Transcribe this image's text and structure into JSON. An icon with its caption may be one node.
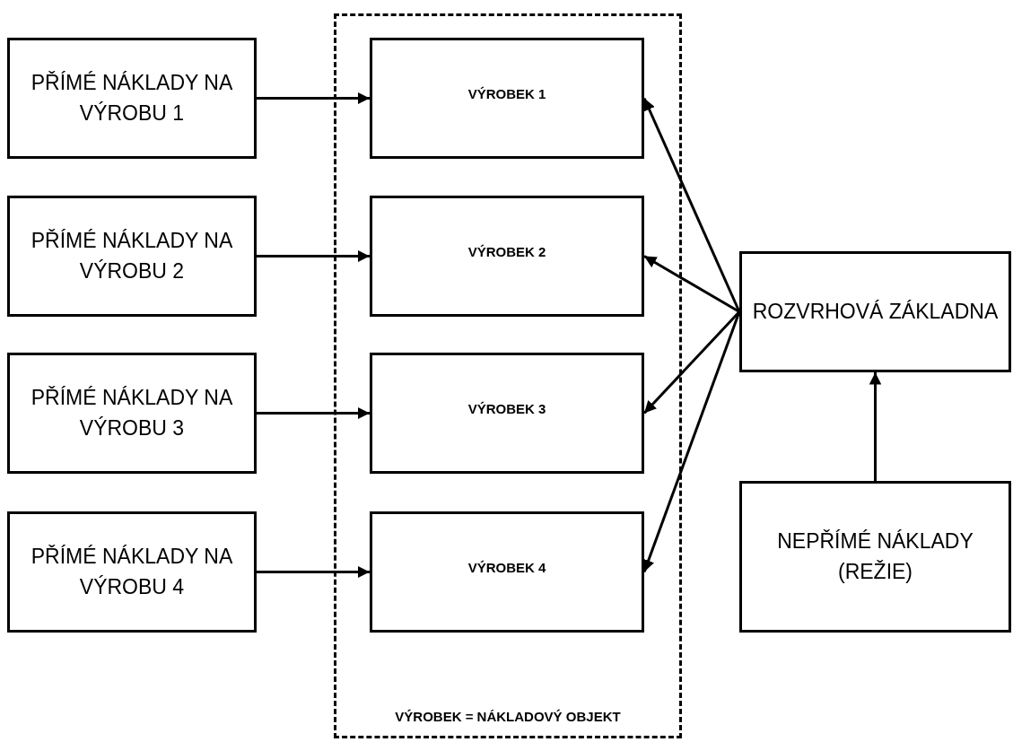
{
  "diagram": {
    "nodes": [
      {
        "text": [
          "VÝROBEK = NÁKLADOVÝ OBJEKT"
        ]
      },
      {
        "text": [
          "PŘÍMÉ NÁKLADY NA VÝROBU 1"
        ]
      },
      {
        "text": [
          "PŘÍMÉ NÁKLADY NA VÝROBU 2"
        ]
      },
      {
        "text": [
          "PŘÍMÉ NÁKLADY NA VÝROBU 3"
        ]
      },
      {
        "text": [
          "PŘÍMÉ NÁKLADY NA VÝROBU 4"
        ]
      },
      {
        "text": [
          "VÝROBEK 1"
        ],
        "in": 0
      },
      {
        "text": [
          "VÝROBEK 2"
        ],
        "in": 0
      },
      {
        "text": [
          "VÝROBEK 3"
        ],
        "in": 0
      },
      {
        "text": [
          "VÝROBEK 4"
        ],
        "in": 0
      },
      {
        "text": [
          "ROZVRHOVÁ ZÁKLADNA"
        ]
      },
      {
        "text": [
          "NEPŘÍMÉ NÁKLADY (REŽIE)"
        ]
      }
    ],
    "edges": [
      {
        "from": 1,
        "to": 5,
        "arrow": "to"
      },
      {
        "from": 2,
        "to": 6,
        "arrow": "to"
      },
      {
        "from": 3,
        "to": 7,
        "arrow": "to"
      },
      {
        "from": 4,
        "to": 8,
        "arrow": "to"
      },
      {
        "from": 9,
        "to": 5,
        "arrow": "to"
      },
      {
        "from": 9,
        "to": 6,
        "arrow": "to"
      },
      {
        "from": 9,
        "to": 7,
        "arrow": "to"
      },
      {
        "from": 9,
        "to": 8,
        "arrow": "to"
      },
      {
        "from": 10,
        "to": 9,
        "arrow": "to"
      }
    ]
  }
}
